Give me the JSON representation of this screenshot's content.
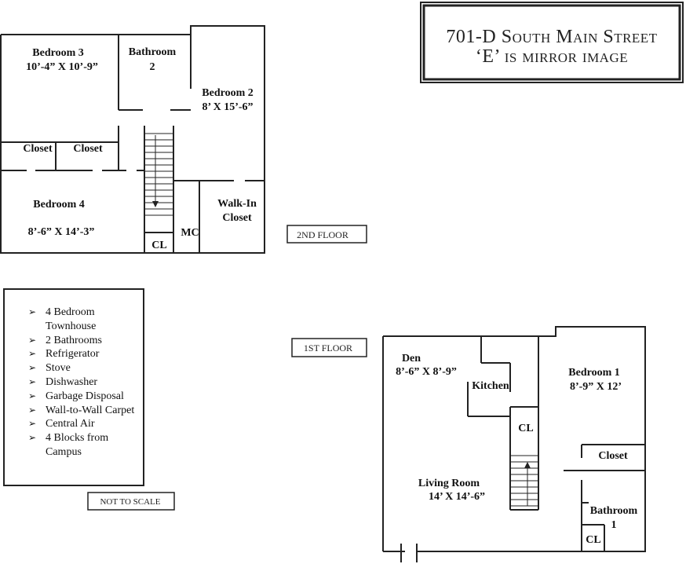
{
  "title": {
    "line1": "701-D South Main Street",
    "line2": "‘E’ is mirror image"
  },
  "floor_tags": {
    "second": "2ND FLOOR",
    "first": "1ST FLOOR",
    "scale": "NOT TO SCALE"
  },
  "second_floor": {
    "bedroom3_name": "Bedroom 3",
    "bedroom3_size": "10’-4” X 10’-9”",
    "bathroom2_name": "Bathroom",
    "bathroom2_num": "2",
    "bedroom2_name": "Bedroom 2",
    "bedroom2_size": "8’ X 15’-6”",
    "closet_left": "Closet",
    "closet_right": "Closet",
    "bedroom4_name": "Bedroom 4",
    "bedroom4_size": "8’-6” X 14’-3”",
    "walkin_line1": "Walk-In",
    "walkin_line2": "Closet",
    "mc": "MC",
    "cl": "CL"
  },
  "first_floor": {
    "den_name": "Den",
    "den_size": "8’-6” X 8’-9”",
    "kitchen": "Kitchen",
    "bedroom1_name": "Bedroom 1",
    "bedroom1_size": "8’-9” X 12’",
    "cl_stair": "CL",
    "closet": "Closet",
    "living_name": "Living Room",
    "living_size": "14’ X 14’-6”",
    "bathroom1_name": "Bathroom",
    "bathroom1_num": "1",
    "cl_bath": "CL"
  },
  "features": [
    "4 Bedroom Townhouse",
    "2 Bathrooms",
    "Refrigerator",
    "Stove",
    "Dishwasher",
    "Garbage Disposal",
    "Wall-to-Wall Carpet",
    "Central Air",
    "4 Blocks from Campus"
  ]
}
